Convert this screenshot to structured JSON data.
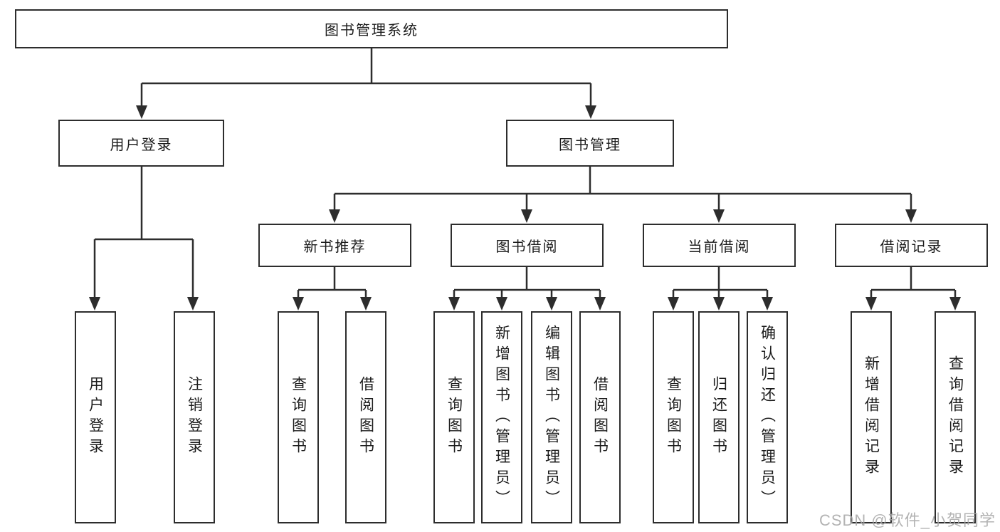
{
  "colors": {
    "line": "#2d2d2d",
    "box_border": "#2d2d2d",
    "text": "#1c1c1c",
    "background": "#ffffff",
    "watermark": "#a6a6a6"
  },
  "watermark": "CSDN @软件_小贺同学",
  "tree": {
    "root": "图书管理系统",
    "user_login": {
      "label": "用户登录",
      "children": [
        "用户登录",
        "注销登录"
      ]
    },
    "book_mgmt": {
      "label": "图书管理",
      "groups": [
        {
          "label": "新书推荐",
          "children": [
            "查询图书",
            "借阅图书"
          ]
        },
        {
          "label": "图书借阅",
          "children": [
            "查询图书",
            "新增图书（管理员）",
            "编辑图书（管理员）",
            "借阅图书"
          ]
        },
        {
          "label": "当前借阅",
          "children": [
            "查询图书",
            "归还图书",
            "确认归还（管理员）"
          ]
        },
        {
          "label": "借阅记录",
          "children": [
            "新增借阅记录",
            "查询借阅记录"
          ]
        }
      ]
    }
  }
}
